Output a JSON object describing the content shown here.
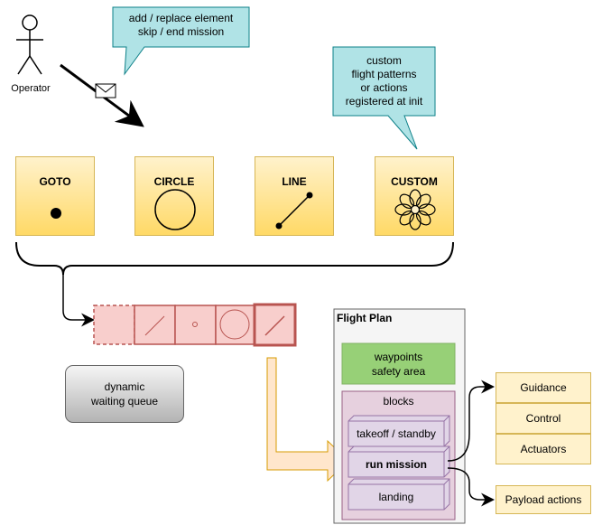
{
  "operator": {
    "label": "Operator"
  },
  "callouts": {
    "commands": [
      "add / replace element",
      "skip / end mission"
    ],
    "custom": [
      "custom",
      "flight patterns",
      "or actions",
      "registered at init"
    ]
  },
  "patterns": [
    {
      "title": "GOTO",
      "icon": "dot-icon"
    },
    {
      "title": "CIRCLE",
      "icon": "circle-icon"
    },
    {
      "title": "LINE",
      "icon": "line-segment-icon"
    },
    {
      "title": "CUSTOM",
      "icon": "flower-icon"
    }
  ],
  "queue": {
    "label": [
      "dynamic",
      "waiting queue"
    ]
  },
  "flight_plan": {
    "title": "Flight Plan",
    "waypoints": [
      "waypoints",
      "safety area"
    ],
    "blocks_label": "blocks",
    "blocks": [
      "takeoff / standby",
      "run mission",
      "landing"
    ]
  },
  "outputs": {
    "stack": [
      "Guidance",
      "Control",
      "Actuators"
    ],
    "payload": "Payload actions"
  },
  "colors": {
    "callout_fill": "#b0e3e6",
    "card_gradient": [
      "#fff2cc",
      "#ffd966"
    ],
    "queue_fill": "#f8cecc",
    "queue_stroke": "#b85450",
    "flight_plan_fill": "#f5f5f5",
    "waypoints_fill": "#97d077",
    "blocks_fill": "#e6d0de",
    "block_stroke": "#9673a6",
    "arrow_orange": "#ffe6cc"
  }
}
